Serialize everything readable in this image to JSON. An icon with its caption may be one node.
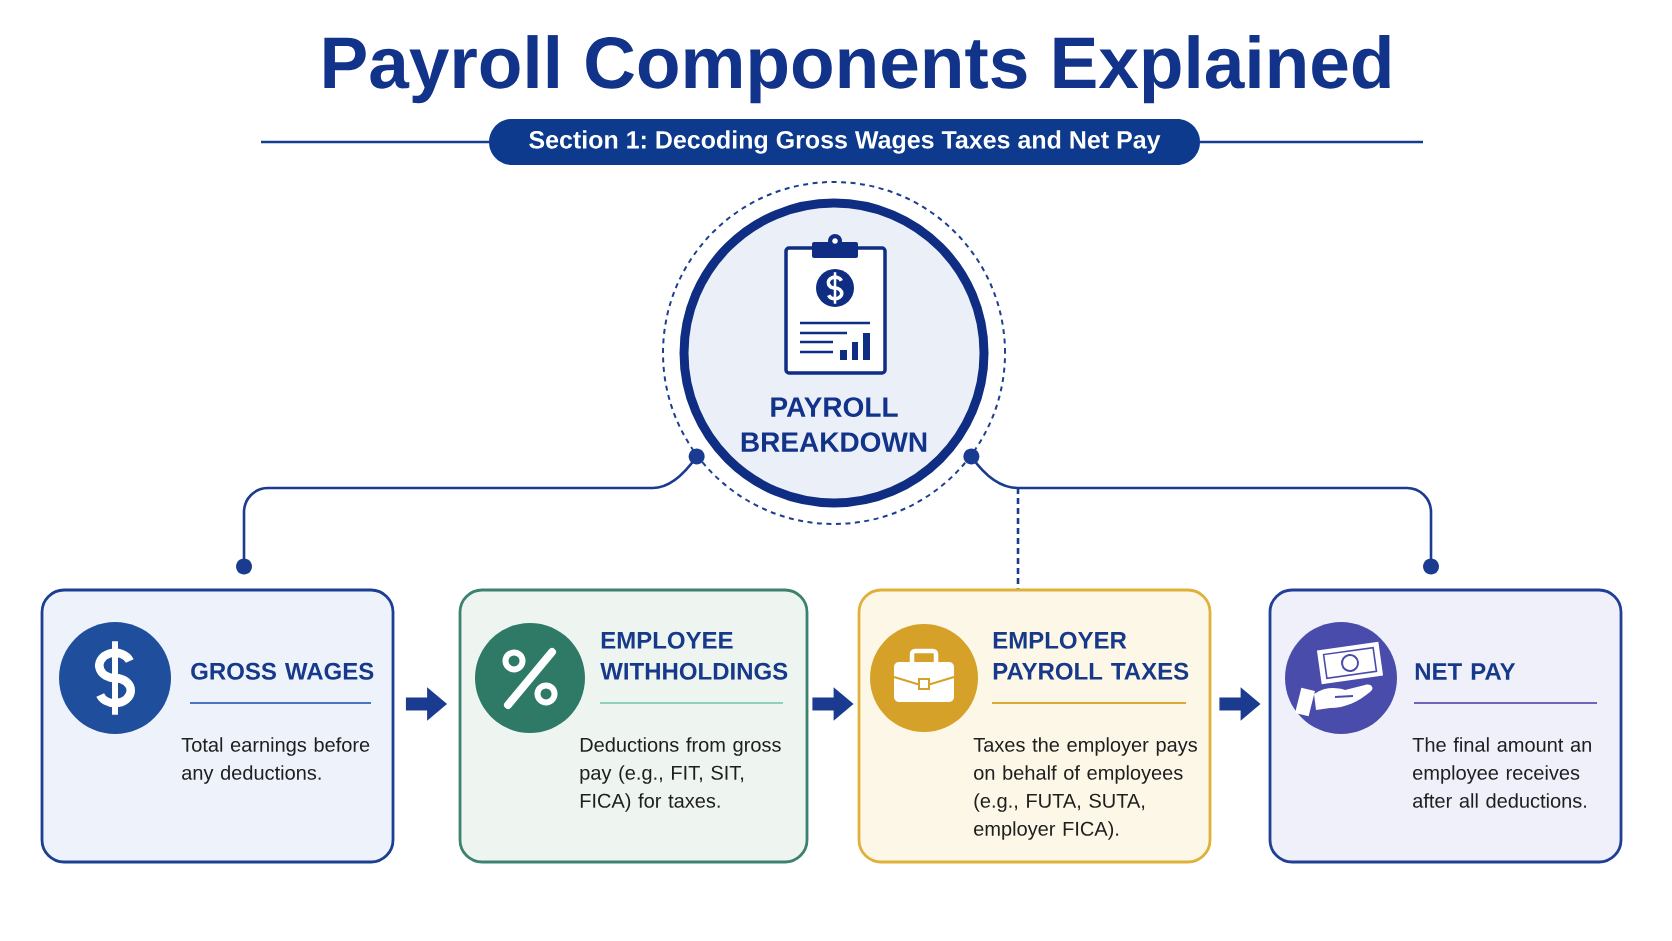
{
  "diagram": {
    "title": "Payroll Components Explained",
    "nodes": [
      {
        "text": [
          "Section 1: Decoding Gross Wages Taxes and Net Pay"
        ]
      },
      {
        "text": [
          "PAYROLL BREAKDOWN"
        ]
      },
      {
        "text": [
          "GROSS WAGES",
          "Total earnings before any deductions."
        ]
      },
      {
        "text": [
          "EMPLOYEE WITHHOLDINGS",
          "Deductions from gross pay (e.g., FIT, SIT, FICA) for taxes."
        ]
      },
      {
        "text": [
          "EMPLOYER PAYROLL TAXES",
          "Taxes the employer pays on behalf of employees (e.g., FUTA, SUTA, employer FICA)."
        ]
      },
      {
        "text": [
          "NET PAY",
          "The final amount an employee receives after all deductions."
        ]
      }
    ],
    "edges": [
      {
        "from": 1,
        "to": 2,
        "arrow": "other"
      },
      {
        "from": 1,
        "to": 5,
        "arrow": "other"
      },
      {
        "from": 1,
        "to": 4,
        "arrow": "other",
        "style": "dashed"
      },
      {
        "from": 2,
        "to": 3,
        "arrow": "to",
        "style": "thick"
      },
      {
        "from": 3,
        "to": 4,
        "arrow": "to",
        "style": "thick"
      },
      {
        "from": 4,
        "to": 5,
        "arrow": "to",
        "style": "thick"
      }
    ]
  }
}
